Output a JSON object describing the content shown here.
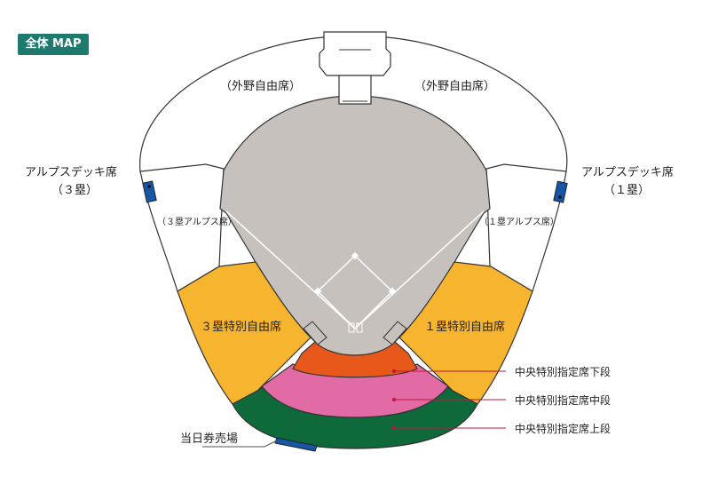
{
  "badge": "全体 MAP",
  "colors": {
    "badge": "#1e7a6c",
    "field": "#c7c1be",
    "yellow": "#f7b42f",
    "orange": "#e9581b",
    "pink": "#e26ba6",
    "green": "#0e6a3a",
    "blue": "#1656a6",
    "leader": "#c2143a"
  },
  "labels": {
    "outfield_left": "（外野自由席）",
    "outfield_right": "（外野自由席）",
    "alps_deck_left_1": "アルプスデッキ席",
    "alps_deck_left_2": "（３塁）",
    "alps_deck_right_1": "アルプスデッキ席",
    "alps_deck_right_2": "（１塁）",
    "alps3": "（３塁アルプス席）",
    "alps1": "（１塁アルプス席）",
    "special3": "３塁特別自由席",
    "special1": "１塁特別自由席",
    "center_lower": "中央特別指定席下段",
    "center_middle": "中央特別指定席中段",
    "center_upper": "中央特別指定席上段",
    "ticket_office": "当日券売場"
  }
}
